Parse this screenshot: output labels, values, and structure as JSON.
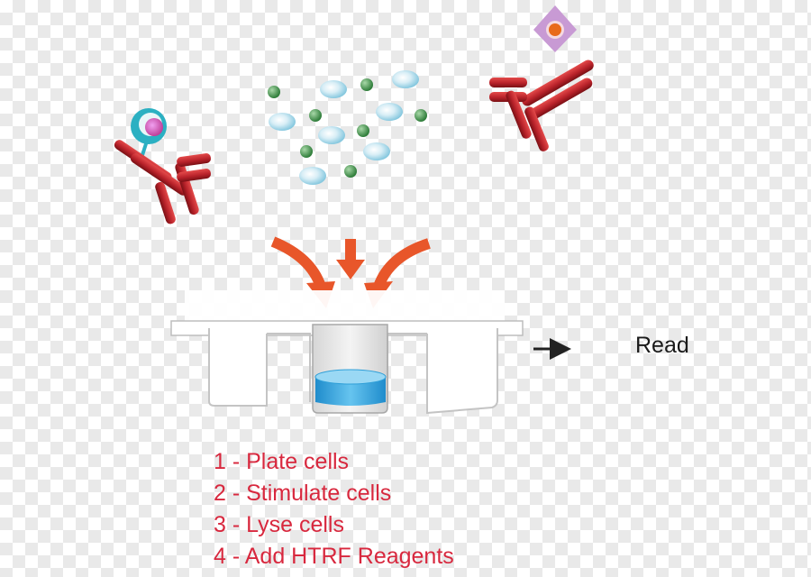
{
  "read_label": "Read",
  "steps": [
    "1 - Plate cells",
    "2 - Stimulate cells",
    "3 - Lyse cells",
    "4 - Add HTRF Reagents"
  ],
  "colors": {
    "antibody": "#b8222a",
    "arrow": "#e8562a",
    "step_text": "#d8283e",
    "cell": "#6ebfd8",
    "bead": "#3e8f4a",
    "liquid": "#2f9fd8",
    "donor": "#2bb0c2",
    "acceptor": "#b06ec0"
  }
}
